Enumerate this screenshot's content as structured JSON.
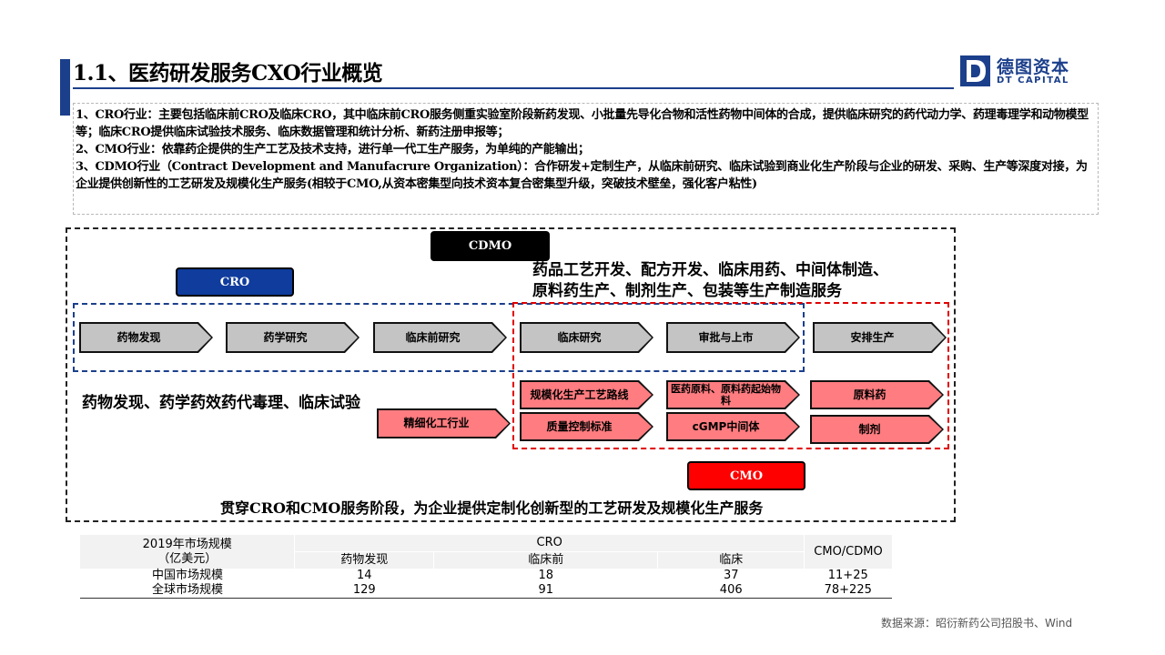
{
  "page": {
    "title": "1.1、医药研发服务CXO行业概览",
    "source": "数据来源：昭衍新药公司招股书、Wind"
  },
  "logo": {
    "cn": "德图资本",
    "en": "DT CAPITAL",
    "mark": "D"
  },
  "intro": [
    "1、CRO行业：主要包括临床前CRO及临床CRO，其中临床前CRO服务侧重实验室阶段新药发现、小批量先导化合物和活性药物中间体的合成，提供临床研究的药代动力学、药理毒理学和动物模型等；临床CRO提供临床试验技术服务、临床数据管理和统计分析、新药注册申报等；",
    "2、CMO行业：依靠药企提供的生产工艺及技术支持，进行单一代工生产服务，为单纯的产能输出；",
    "3、CDMO行业（Contract Development and Manufacrure Organization）：合作研发+定制生产，从临床前研究、临床试验到商业化生产阶段与企业的研发、采购、生产等深度对接，为企业提供创新性的工艺研发及规模化生产服务(相较于CMO,从资本密集型向技术资本复合密集型升级，突破技术壁垒，强化客户粘性)"
  ],
  "diagram": {
    "cdmo_label": "CDMO",
    "cro_label": "CRO",
    "cmo_label": "CMO",
    "cdmo_desc": [
      "药品工艺开发、配方开发、临床用药、中间体制造、",
      "原料药生产、制剂生产、包装等生产制造服务"
    ],
    "cro_desc": "药物发现、药学药效药代毒理、临床试验",
    "footer": "贯穿CRO和CMO服务阶段，为企业提供定制化创新型的工艺研发及规模化生产服务",
    "stages": [
      "药物发现",
      "药学研究",
      "临床前研究",
      "临床研究",
      "审批与上市",
      "安排生产"
    ],
    "fine_chem": "精细化工行业",
    "sub": [
      "规模化生产工艺路线",
      "质量控制标准",
      "医药原料、原料药起始物料",
      "cGMP中间体",
      "原料药",
      "制剂"
    ]
  },
  "table": {
    "h_market": "2019年市场规模",
    "h_unit": "（亿美元）",
    "h_cro": "CRO",
    "h_cmo": "CMO/CDMO",
    "h_sub": [
      "药物发现",
      "临床前",
      "临床"
    ],
    "rows": [
      {
        "label": "中国市场规模",
        "values": [
          "14",
          "18",
          "37",
          "11+25"
        ]
      },
      {
        "label": "全球市场规模",
        "values": [
          "129",
          "91",
          "406",
          "78+225"
        ]
      }
    ]
  }
}
